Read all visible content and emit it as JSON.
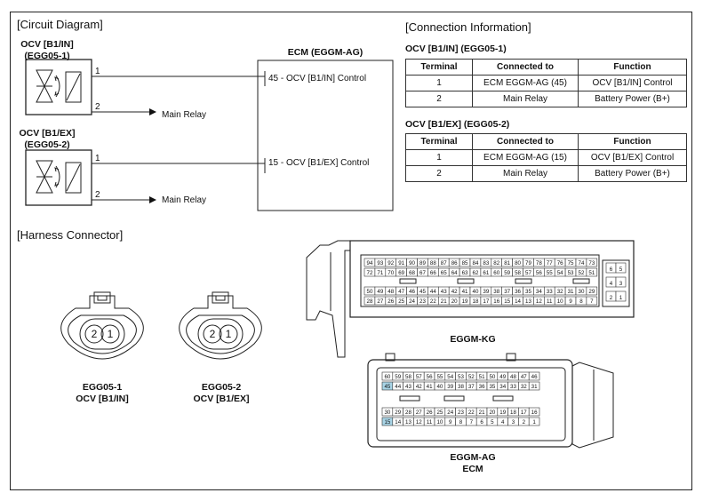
{
  "circuit": {
    "title": "[Circuit Diagram]",
    "ocv_in": {
      "name": "OCV [B1/IN]",
      "code": "(EGG05-1)",
      "pin1": "1",
      "pin2": "2",
      "relay": "Main Relay"
    },
    "ocv_ex": {
      "name": "OCV [B1/EX]",
      "code": "(EGG05-2)",
      "pin1": "1",
      "pin2": "2",
      "relay": "Main Relay"
    },
    "ecm": {
      "title": "ECM (EGGM-AG)",
      "pin45": "45 - OCV [B1/IN] Control",
      "pin15": "15 - OCV [B1/EX] Control"
    }
  },
  "connection": {
    "title": "[Connection Information]",
    "headers": [
      "Terminal",
      "Connected to",
      "Function"
    ],
    "tables": [
      {
        "title": "OCV [B1/IN] (EGG05-1)",
        "rows": [
          [
            "1",
            "ECM EGGM-AG (45)",
            "OCV [B1/IN] Control"
          ],
          [
            "2",
            "Main Relay",
            "Battery Power (B+)"
          ]
        ]
      },
      {
        "title": "OCV [B1/EX] (EGG05-2)",
        "rows": [
          [
            "1",
            "ECM EGGM-AG (15)",
            "OCV [B1/EX] Control"
          ],
          [
            "2",
            "Main Relay",
            "Battery Power (B+)"
          ]
        ]
      }
    ]
  },
  "harness": {
    "title": "[Harness Connector]",
    "egg1": {
      "pins": [
        "2",
        "1"
      ],
      "label1": "EGG05-1",
      "label2": "OCV [B1/IN]"
    },
    "egg2": {
      "pins": [
        "2",
        "1"
      ],
      "label1": "EGG05-2",
      "label2": "OCV [B1/EX]"
    },
    "kg": {
      "label": "EGGM-KG",
      "row1": [
        "94",
        "93",
        "92",
        "91",
        "90",
        "89",
        "88",
        "87",
        "86",
        "85",
        "84",
        "83",
        "82",
        "81",
        "80",
        "79",
        "78",
        "77",
        "76",
        "75",
        "74",
        "73"
      ],
      "row2": [
        "72",
        "71",
        "70",
        "69",
        "68",
        "67",
        "66",
        "65",
        "64",
        "63",
        "62",
        "61",
        "60",
        "59",
        "58",
        "57",
        "56",
        "55",
        "54",
        "53",
        "52",
        "51"
      ],
      "row3": [
        "50",
        "49",
        "48",
        "47",
        "46",
        "45",
        "44",
        "43",
        "42",
        "41",
        "40",
        "39",
        "38",
        "37",
        "36",
        "35",
        "34",
        "33",
        "32",
        "31",
        "30",
        "29"
      ],
      "row4": [
        "28",
        "27",
        "26",
        "25",
        "24",
        "23",
        "22",
        "21",
        "20",
        "19",
        "18",
        "17",
        "16",
        "15",
        "14",
        "13",
        "12",
        "11",
        "10",
        "9",
        "8",
        "7"
      ],
      "side": [
        [
          "6",
          "5"
        ],
        [
          "4",
          "3"
        ],
        [
          "2",
          "1"
        ]
      ]
    },
    "ag": {
      "label1": "EGGM-AG",
      "label2": "ECM",
      "row1": [
        "60",
        "59",
        "58",
        "57",
        "56",
        "55",
        "54",
        "53",
        "52",
        "51",
        "50",
        "49",
        "48",
        "47",
        "46"
      ],
      "row2": [
        "45",
        "44",
        "43",
        "42",
        "41",
        "40",
        "39",
        "38",
        "37",
        "36",
        "35",
        "34",
        "33",
        "32",
        "31"
      ],
      "row3": [
        "30",
        "29",
        "28",
        "27",
        "26",
        "25",
        "24",
        "23",
        "22",
        "21",
        "20",
        "19",
        "18",
        "17",
        "16"
      ],
      "row4": [
        "15",
        "14",
        "13",
        "12",
        "11",
        "10",
        "9",
        "8",
        "7",
        "6",
        "5",
        "4",
        "3",
        "2",
        "1"
      ],
      "highlight": [
        "45",
        "15"
      ],
      "highlight_color": "#a8d4e6"
    }
  }
}
